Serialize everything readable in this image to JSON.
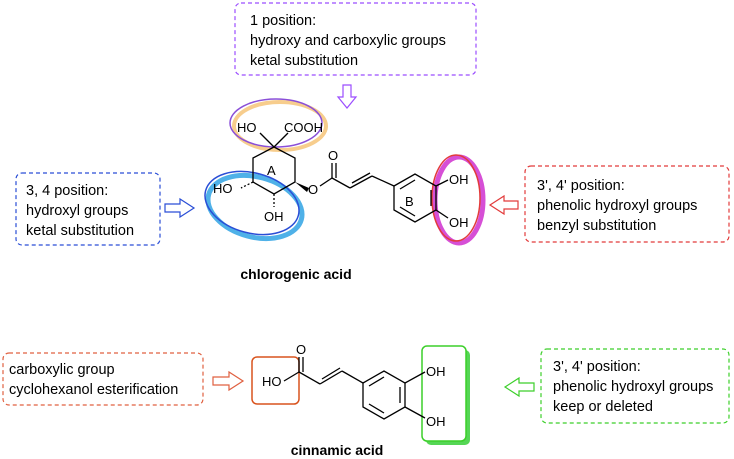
{
  "annotations": {
    "top": {
      "lines": [
        "1 position:",
        "hydroxy and carboxylic groups",
        "ketal substitution"
      ],
      "color": "#9b4dff"
    },
    "left": {
      "lines": [
        "3, 4 position:",
        "hydroxyl groups",
        "ketal substitution"
      ],
      "color": "#2a4ed6"
    },
    "right": {
      "lines": [
        "3', 4' position:",
        "phenolic hydroxyl groups",
        "benzyl substitution"
      ],
      "color": "#e23b3b"
    },
    "bottom_left": {
      "lines": [
        "carboxylic group",
        "cyclohexanol esterification"
      ],
      "color": "#e06040"
    },
    "bottom_right": {
      "lines": [
        "3', 4' position:",
        "phenolic hydroxyl groups",
        "keep or deleted"
      ],
      "color": "#3ccf2a"
    }
  },
  "chlorogenic": {
    "name": "chlorogenic acid",
    "labels": {
      "ho_top": "HO",
      "cooh": "COOH",
      "o_carbonyl": "O",
      "o_ester": "O",
      "ho_left": "HO",
      "oh_bottom": "OH",
      "oh_b1": "OH",
      "oh_b2": "OH",
      "ring_a": "A",
      "ring_b": "B"
    },
    "highlight_colors": {
      "top": "#8a4fd8",
      "top_fill": "#f5a623",
      "left": "#2a4ed6",
      "left_fill": "#4fb1e8",
      "right": "#e23b3b",
      "right_fill": "#d64fd6"
    }
  },
  "cinnamic": {
    "name": "cinnamic acid",
    "labels": {
      "o": "O",
      "ho": "HO",
      "oh1": "OH",
      "oh2": "OH"
    },
    "highlight_colors": {
      "left": "#d9541e",
      "right": "#3ccf2a",
      "right_fill": "#55d655"
    }
  }
}
